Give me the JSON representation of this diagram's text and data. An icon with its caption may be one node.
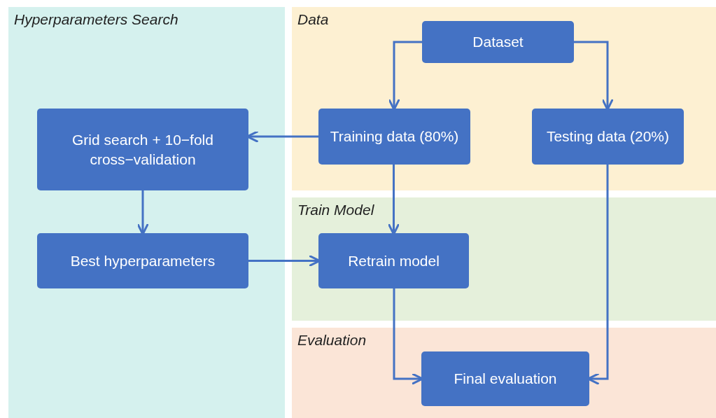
{
  "diagram": {
    "nodes": [
      {
        "text": [
          "Hyperparameters Search"
        ]
      },
      {
        "text": [
          "Grid search + 10−fold cross−validation"
        ],
        "in": 0
      },
      {
        "text": [
          "Best hyperparameters"
        ],
        "in": 0
      },
      {
        "text": [
          "Data"
        ]
      },
      {
        "text": [
          "Dataset"
        ],
        "in": 3
      },
      {
        "text": [
          "Training data (80%)"
        ],
        "in": 3
      },
      {
        "text": [
          "Testing data (20%)"
        ],
        "in": 3
      },
      {
        "text": [
          "Train Model"
        ]
      },
      {
        "text": [
          "Retrain model"
        ],
        "in": 7
      },
      {
        "text": [
          "Evaluation"
        ]
      },
      {
        "text": [
          "Final evaluation"
        ],
        "in": 9
      }
    ],
    "edges": [
      {
        "from": 4,
        "to": 5,
        "arrow": "to"
      },
      {
        "from": 4,
        "to": 6,
        "arrow": "to"
      },
      {
        "from": 5,
        "to": 1,
        "arrow": "to"
      },
      {
        "from": 1,
        "to": 2,
        "arrow": "to"
      },
      {
        "from": 2,
        "to": 8,
        "arrow": "to"
      },
      {
        "from": 5,
        "to": 8,
        "arrow": "to"
      },
      {
        "from": 8,
        "to": 10,
        "arrow": "to"
      },
      {
        "from": 6,
        "to": 10,
        "arrow": "to"
      }
    ]
  }
}
